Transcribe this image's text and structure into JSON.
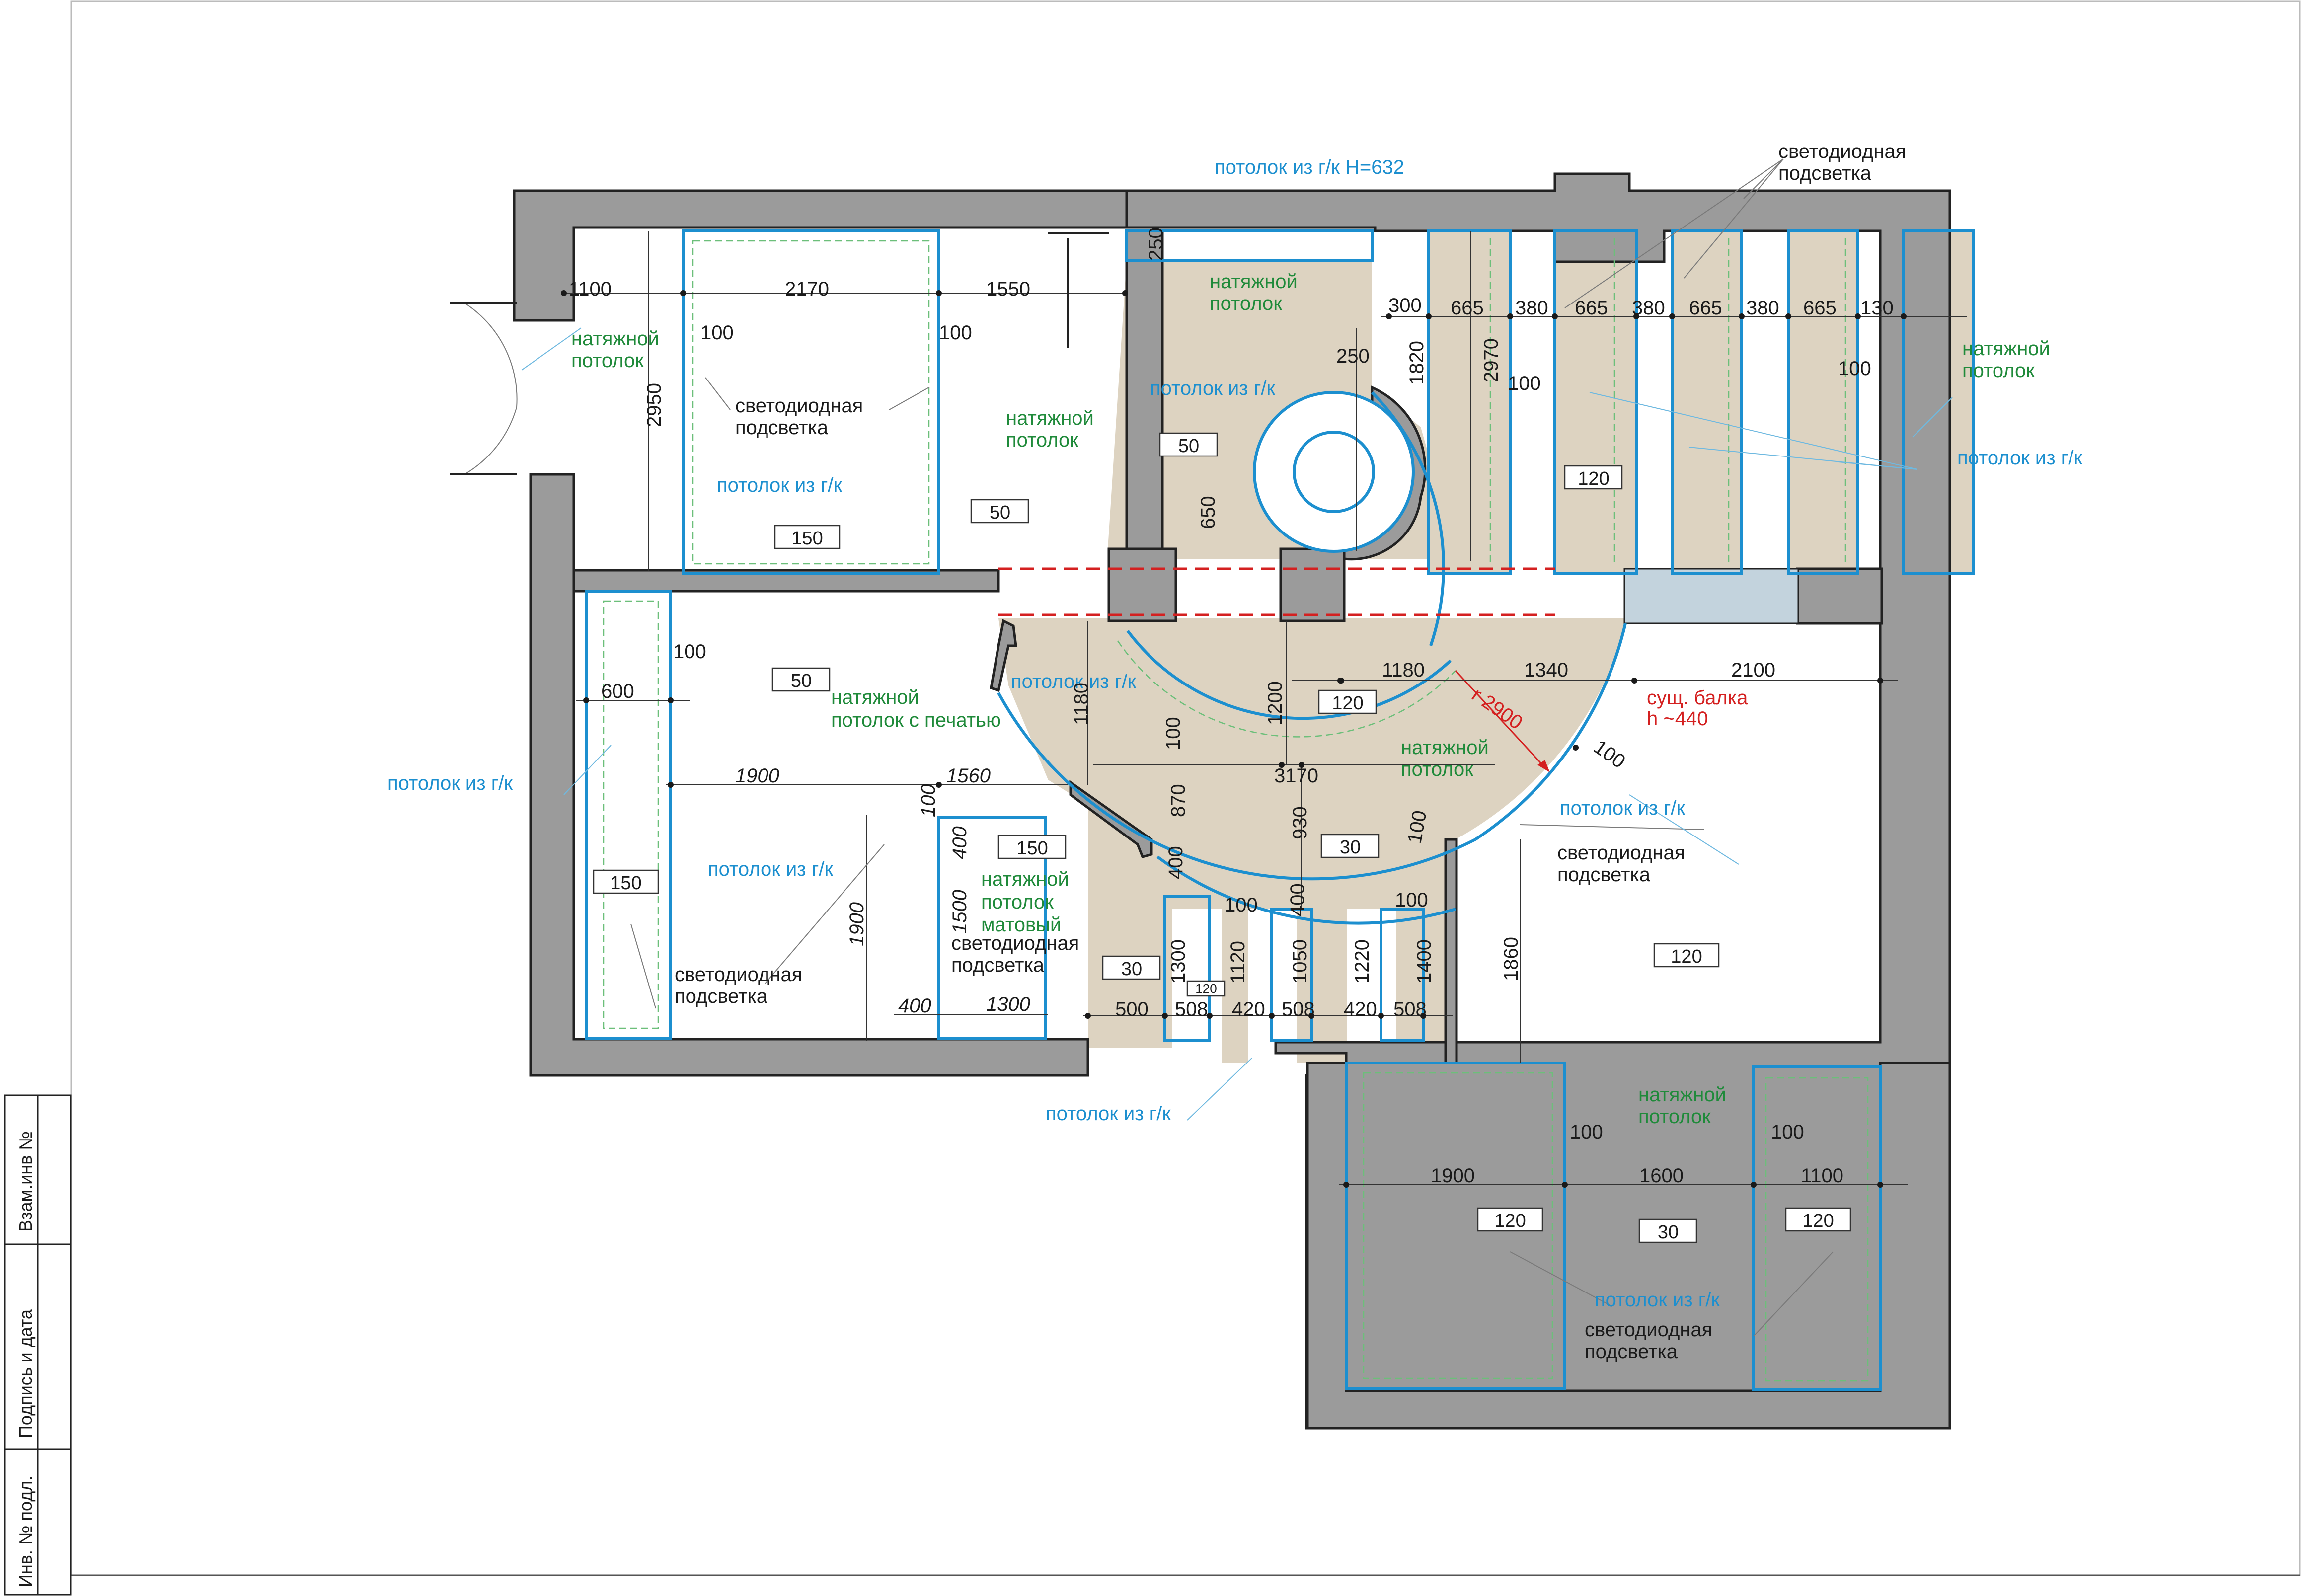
{
  "title_block": {
    "cells": [
      "Взам.инв №",
      "Подпись и дата",
      "Инв. № подл."
    ]
  },
  "labels": {
    "stretch": "натяжной потолок",
    "stretch_print": "натяжной потолок с печатью",
    "stretch_matte": "натяжной потолок матовый",
    "gk": "потолок из г/к",
    "gk_h632": "потолок из г/к H=632",
    "led": "светодиодная подсветка",
    "beam": "сущ. балка",
    "beam_h": "h ~440",
    "radius": "r 2900"
  },
  "level_tags": [
    "150",
    "50",
    "50",
    "120",
    "150",
    "50",
    "120",
    "150",
    "30",
    "30",
    "120",
    "120",
    "30",
    "120",
    "120"
  ],
  "dimensions": {
    "top_left": [
      "1100",
      "2170",
      "1550"
    ],
    "top_left_v": [
      "2950",
      "100",
      "100"
    ],
    "top_right": [
      "300",
      "665",
      "380",
      "665",
      "380",
      "665",
      "380",
      "665",
      "130"
    ],
    "top_right_v": [
      "1820",
      "2970",
      "100",
      "100",
      "250",
      "250",
      "650"
    ],
    "mid": [
      "100",
      "600",
      "1900",
      "1560",
      "100",
      "400",
      "1900",
      "1500",
      "400",
      "1300"
    ],
    "center": [
      "1180",
      "1200",
      "100",
      "870",
      "930",
      "3170",
      "1180",
      "1340",
      "2100",
      "100",
      "100",
      "100",
      "400",
      "400"
    ],
    "bottom_strip": [
      "500",
      "508",
      "420",
      "508",
      "420",
      "508",
      "1300",
      "1120",
      "1050",
      "1220",
      "1400",
      "100",
      "120"
    ],
    "right": [
      "1860"
    ],
    "bottom_room": [
      "1900",
      "1600",
      "1100",
      "100",
      "100"
    ]
  }
}
